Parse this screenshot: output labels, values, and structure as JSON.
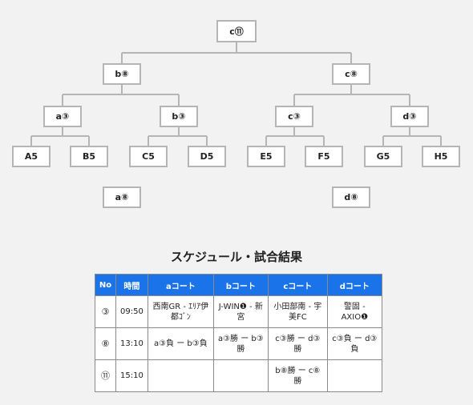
{
  "bracket": {
    "final": "c⑪",
    "semis": [
      "b⑧",
      "c⑧"
    ],
    "quarters": [
      "a③",
      "b③",
      "c③",
      "d③"
    ],
    "teams": [
      "A5",
      "B5",
      "C5",
      "D5",
      "E5",
      "F5",
      "G5",
      "H5"
    ],
    "consolation": [
      "a⑧",
      "d⑧"
    ]
  },
  "schedule": {
    "title": "スケジュール・試合結果",
    "headers": [
      "No",
      "時間",
      "aコート",
      "bコート",
      "cコート",
      "dコート"
    ],
    "rows": [
      [
        "③",
        "09:50",
        "西南GR - ｴﾘｱ伊都ｺﾞﾝ",
        "J-WIN❶ - 新宮",
        "小田部南 - 宇美FC",
        "警固 - AXIO❶"
      ],
      [
        "⑧",
        "13:10",
        "a③負 ー b③負",
        "a③勝 ー b③勝",
        "c③勝 ー d③勝",
        "c③負 ー d③負"
      ],
      [
        "⑪",
        "15:10",
        "",
        "",
        "b⑧勝 ー c⑧勝",
        ""
      ]
    ]
  }
}
